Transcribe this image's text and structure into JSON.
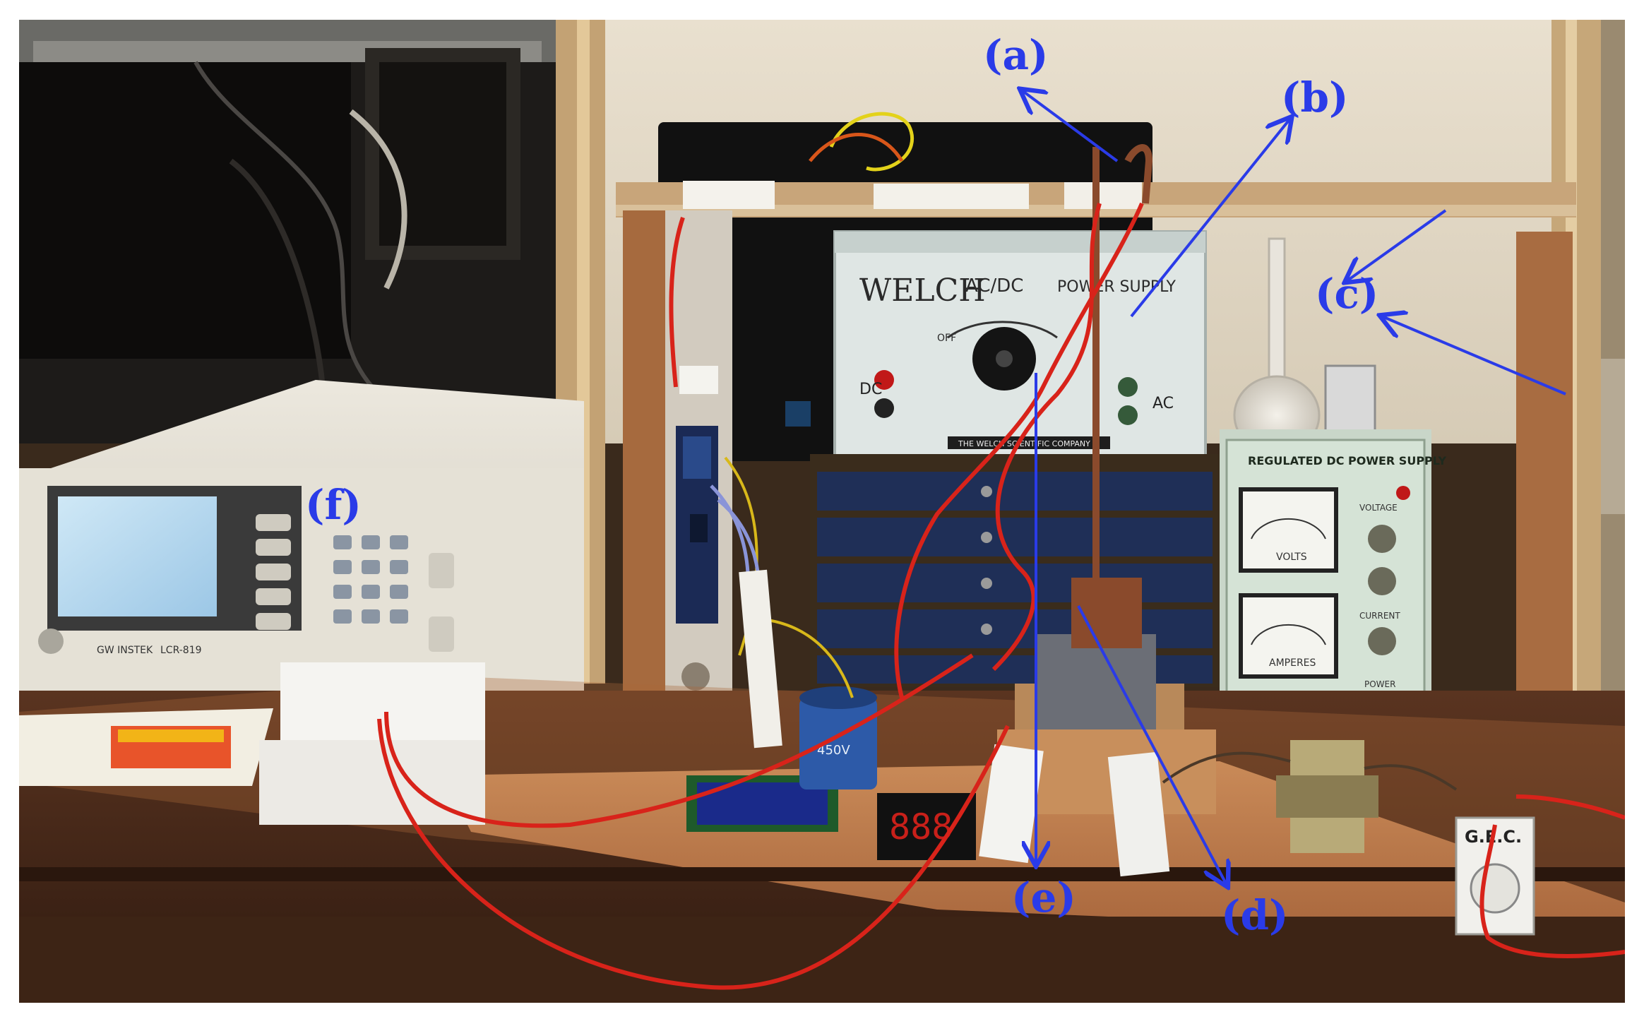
{
  "figure": {
    "labels": {
      "a": "(a)",
      "b": "(b)",
      "c": "(c)",
      "d": "(d)",
      "e": "(e)",
      "f": "(f)"
    },
    "equipment_text": {
      "welch_brand": "WELCH",
      "welch_acdc": "AC/DC",
      "welch_title": "POWER SUPPLY",
      "welch_footer": "THE WELCH SCIENTIFIC COMPANY",
      "welch_dc": "DC",
      "welch_ac": "AC",
      "welch_off": "OFF",
      "dc_supply_title": "REGULATED DC POWER SUPPLY",
      "volts_label": "VOLTS",
      "amperes_label": "AMPERES",
      "voltage_knob": "VOLTAGE",
      "current_knob": "CURRENT",
      "power_label": "POWER",
      "meter_brand": "GW INSTEK",
      "meter_model": "LCR-819",
      "led_digits": "888",
      "capacitor_text": "450V",
      "gec": "G.E.C."
    },
    "colors": {
      "label_blue": "#2a3be8",
      "wire_red": "#d8231a",
      "wood": "#b87a4a",
      "panel_green": "#d5e3d6"
    }
  }
}
